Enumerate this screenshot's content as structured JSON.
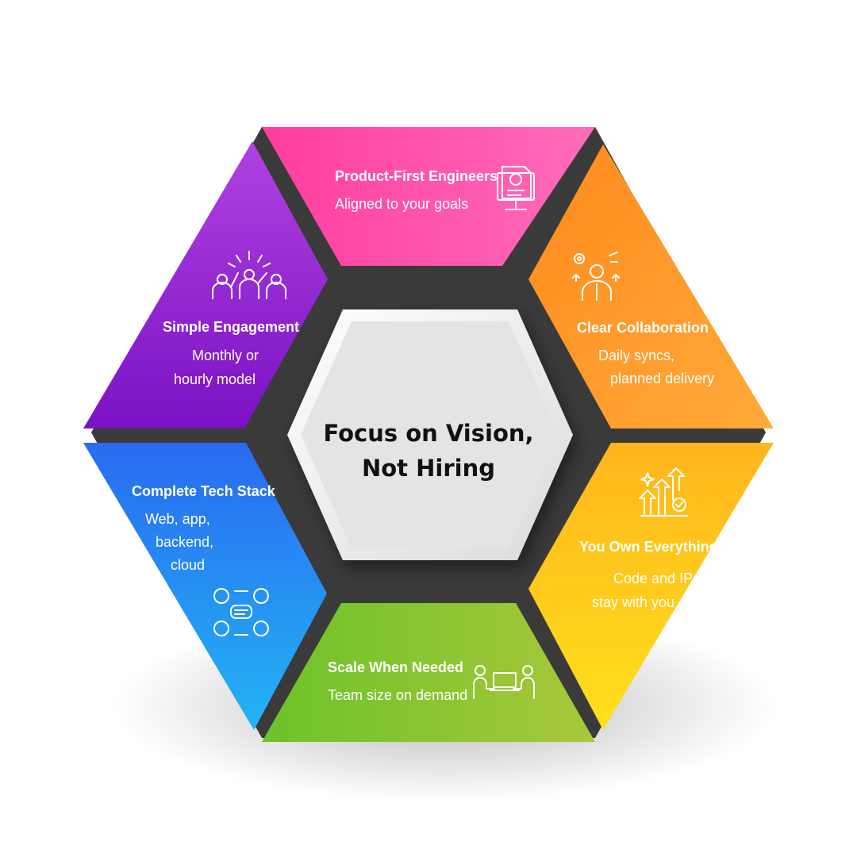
{
  "center": {
    "line1": "Focus on Vision,",
    "line2": "Not Hiring"
  },
  "segments": [
    {
      "id": "product",
      "title": "Product-First Engineers",
      "desc": [
        "Aligned to your goals"
      ],
      "icon": "invoice-monitor-icon"
    },
    {
      "id": "collab",
      "title": "Clear Collaboration",
      "desc": [
        "Daily syncs,",
        "planned delivery"
      ],
      "icon": "engineer-gears-icon"
    },
    {
      "id": "own",
      "title": "You Own Everything",
      "desc": [
        "Code and IP",
        "stay with you"
      ],
      "icon": "growth-arrows-icon"
    },
    {
      "id": "scale",
      "title": "Scale When Needed",
      "desc": [
        "Team size on demand"
      ],
      "icon": "team-meeting-icon"
    },
    {
      "id": "stack",
      "title": "Complete Tech Stack",
      "desc": [
        "Web, app,",
        "backend,",
        "cloud"
      ],
      "icon": "network-chat-icon"
    },
    {
      "id": "engage",
      "title": "Simple Engagement",
      "desc": [
        "Monthly or",
        "hourly model"
      ],
      "icon": "celebrating-team-icon"
    }
  ],
  "colors": {
    "frame": "#3a3a3a",
    "product": [
      "#ff3d9e",
      "#ff6cba"
    ],
    "collab": [
      "#ff8a1c",
      "#ffaa3a"
    ],
    "own": [
      "#ffb51c",
      "#ffe01c"
    ],
    "scale": [
      "#6cc22a",
      "#a8c83a"
    ],
    "stack": [
      "#2a6af0",
      "#22b4f4"
    ],
    "engage": [
      "#b042e0",
      "#7a12c4"
    ],
    "center": [
      "#ffffff",
      "#dcdcdc"
    ]
  }
}
